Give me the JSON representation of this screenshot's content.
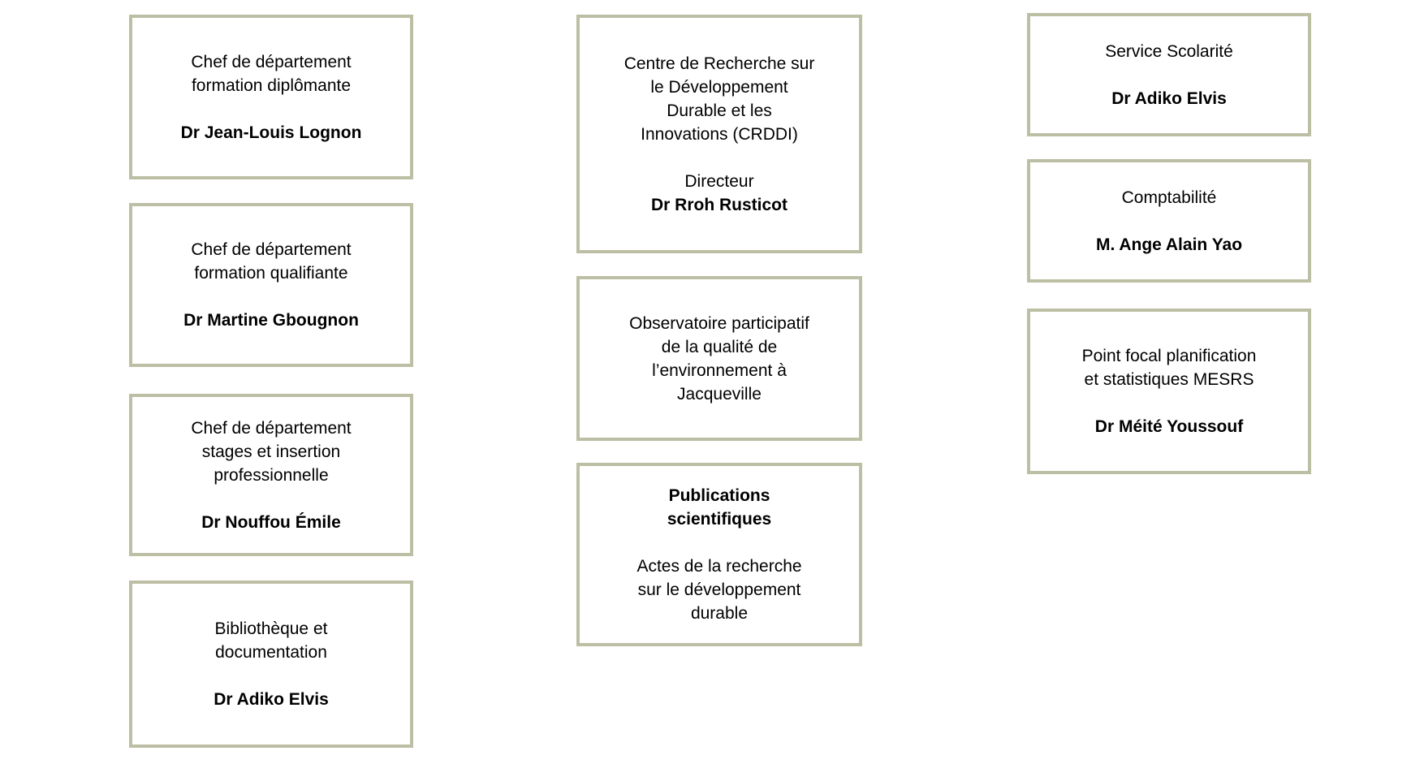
{
  "meta": {
    "background_color": "#ffffff",
    "box_border_color": "#bdbfa5",
    "box_fill_color": "#ffffff",
    "text_color": "#000000"
  },
  "boxes": {
    "left": [
      {
        "title": "Chef de département\nformation diplômante",
        "person": "Dr Jean-Louis Lognon"
      },
      {
        "title": "Chef de département\nformation qualifiante",
        "person": "Dr Martine Gbougnon"
      },
      {
        "title": "Chef de département\nstages et insertion\nprofessionnelle",
        "person": "Dr Nouffou Émile"
      },
      {
        "title": "Bibliothèque et\ndocumentation",
        "person": "Dr Adiko Elvis"
      }
    ],
    "center": [
      {
        "title": "Centre de Recherche sur\nle Développement\nDurable et les\nInnovations (CRDDI)",
        "role": "Directeur",
        "person": "Dr Rroh Rusticot"
      },
      {
        "title": "Observatoire participatif\nde la qualité de\nl’environnement à\nJacqueville"
      },
      {
        "title_bold": "Publications\nscientifiques",
        "note": "Actes de la recherche\nsur le développement\ndurable"
      }
    ],
    "right": [
      {
        "title": "Service Scolarité",
        "person": "Dr Adiko Elvis"
      },
      {
        "title": "Comptabilité",
        "person": "M. Ange Alain Yao"
      },
      {
        "title": "Point focal planification\net statistiques MESRS",
        "person": "Dr Méité Youssouf"
      }
    ]
  }
}
